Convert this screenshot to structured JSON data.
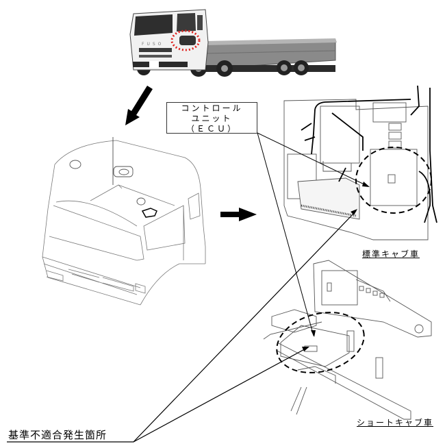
{
  "diagram": {
    "callout_ecu": {
      "lines": [
        "コントロール",
        "ユニット",
        "（ＥＣＵ）"
      ]
    },
    "caption_standard_cab": "標準キャブ車",
    "caption_short_cab": "ショートキャブ車",
    "defect_location_label": "基準不適合発生箇所",
    "truck_brand_text": "FUSO",
    "colors": {
      "highlight_dotted_circle": "#e0201c",
      "line": "#000000",
      "drawing": "#555555"
    }
  }
}
